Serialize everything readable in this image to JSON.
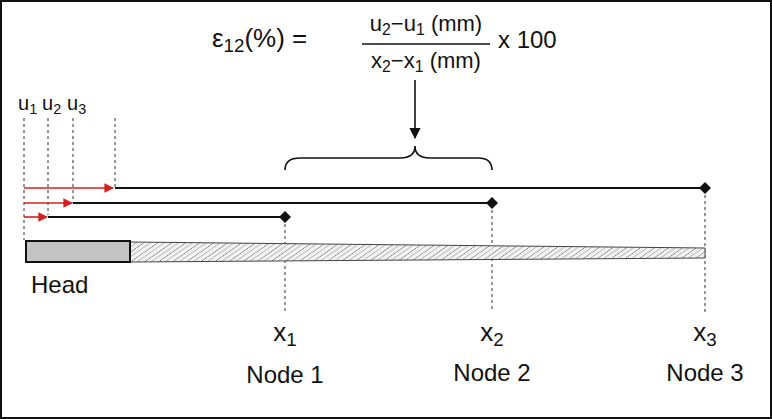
{
  "diagram": {
    "nodes": [
      {
        "text": [
          "Head"
        ]
      }
    ],
    "labels": [
      "ε12(%) =",
      "u2−u1 (mm)",
      "x2−x1 (mm)",
      "x 100",
      "u1",
      "u2",
      "u3",
      "x1",
      "x2",
      "x3",
      "Node 1",
      "Node 2",
      "Node 3"
    ]
  }
}
